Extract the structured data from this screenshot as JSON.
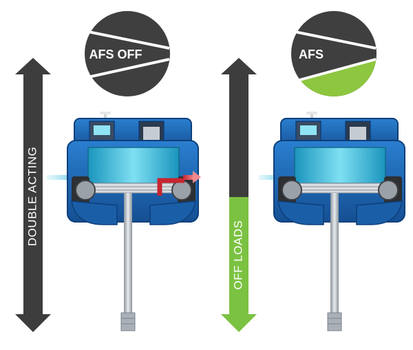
{
  "left_panel": {
    "arrow_label": "DOUBLE ACTING",
    "badge_label": "AFS OFF",
    "colors": {
      "arrow": "#3d3d3d",
      "badge_fill": "#3f3f3f",
      "badge_stripes": "#ffffff",
      "flow_out": "#e2535a"
    }
  },
  "right_panel": {
    "arrow_label": "OFF LOADS",
    "badge_label": "AFS",
    "colors": {
      "arrow_top": "#3d3d3d",
      "arrow_bottom": "#7cc242",
      "badge_fill": "#3f3f3f",
      "badge_highlight": "#8dc63f"
    }
  },
  "compressor_colors": {
    "body": "#1f6fc0",
    "body_dark": "#0f4c91",
    "cylinder": "#3fc3e2",
    "intake_flow": "#7fd3e8",
    "rod": "#b9bfc6"
  }
}
